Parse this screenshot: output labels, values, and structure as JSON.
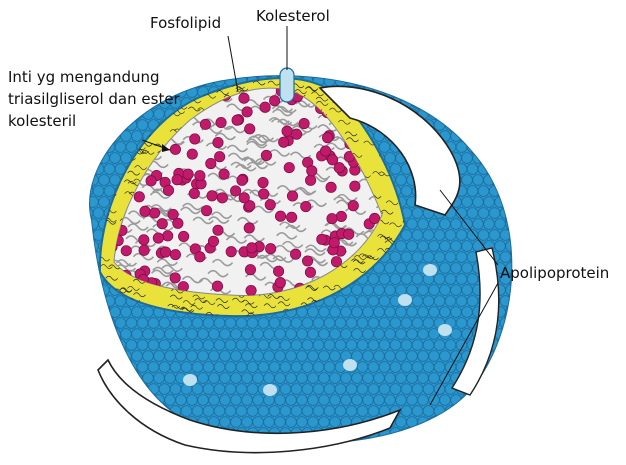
{
  "labels": {
    "fosfolipid": "Fosfolipid",
    "kolesterol": "Kolesterol",
    "inti_line1": "Inti yg mengandung",
    "inti_line2": "triasilgliserol dan ester",
    "inti_line3": "kolesteril",
    "apolipoprotein": "Apolipoprotein"
  },
  "colors": {
    "shell": "#2a97cf",
    "shell_dark": "#1d6d9c",
    "tail": "#e9e23b",
    "core": "#c11a6b",
    "cholesterol": "#bfe0ef",
    "apoprotein": "#ffffff",
    "line": "#111111"
  }
}
